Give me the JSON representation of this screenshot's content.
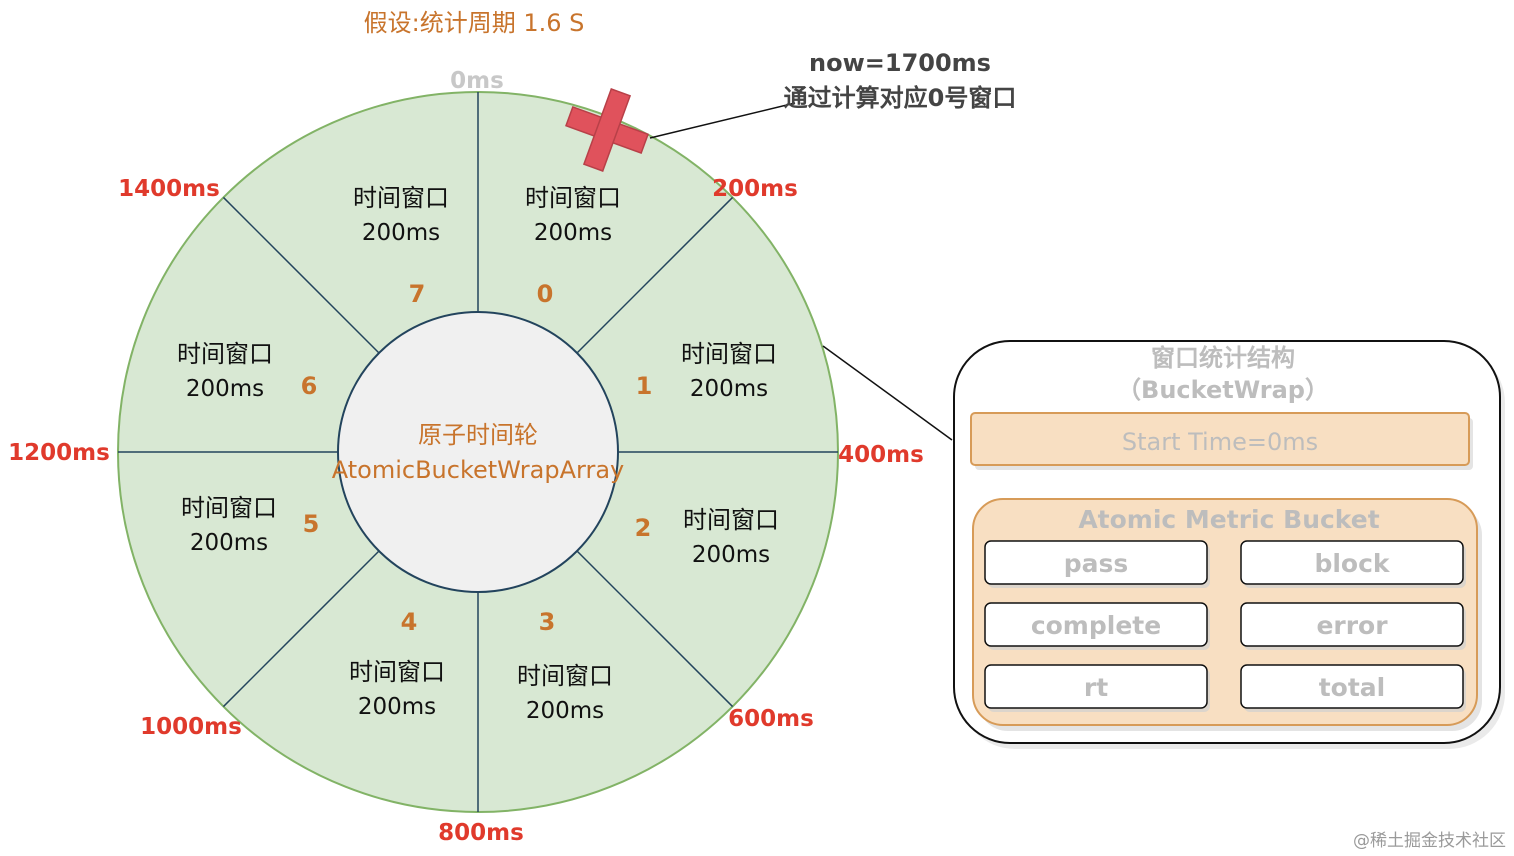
{
  "title": "假设:统计周期 1.6 S",
  "wheel": {
    "hub_name": "原子时间轮",
    "hub_class": "AtomicBucketWrapArray",
    "windows": [
      {
        "index": "0",
        "title": "时间窗口",
        "size": "200ms"
      },
      {
        "index": "1",
        "title": "时间窗口",
        "size": "200ms"
      },
      {
        "index": "2",
        "title": "时间窗口",
        "size": "200ms"
      },
      {
        "index": "3",
        "title": "时间窗口",
        "size": "200ms"
      },
      {
        "index": "4",
        "title": "时间窗口",
        "size": "200ms"
      },
      {
        "index": "5",
        "title": "时间窗口",
        "size": "200ms"
      },
      {
        "index": "6",
        "title": "时间窗口",
        "size": "200ms"
      },
      {
        "index": "7",
        "title": "时间窗口",
        "size": "200ms"
      }
    ],
    "boundary_labels": [
      "0ms",
      "200ms",
      "400ms",
      "600ms",
      "800ms",
      "1000ms",
      "1200ms",
      "1400ms"
    ]
  },
  "annotation": {
    "now": "now=1700ms",
    "mapping": "通过计算对应0号窗口",
    "marker_icon": "cross-icon"
  },
  "bucket_panel": {
    "title": "窗口统计结构",
    "subtitle": "（BucketWrap）",
    "start_time": "Start Time=0ms",
    "metric_bucket": {
      "title": "Atomic Metric Bucket",
      "fields": [
        "pass",
        "block",
        "complete",
        "error",
        "rt",
        "total"
      ]
    }
  },
  "watermark": "@稀土掘金技术社区",
  "colors": {
    "wheel_fill": "#d8e8d3",
    "wheel_stroke": "#82b366",
    "hub_fill": "#f0f0f0",
    "spoke": "#23445d",
    "accent_orange": "#c8742c",
    "boundary_red": "#e03a2c",
    "marker_red": "#e0525c",
    "panel_fill": "#f8dfc2",
    "panel_stroke": "#d79b58"
  }
}
